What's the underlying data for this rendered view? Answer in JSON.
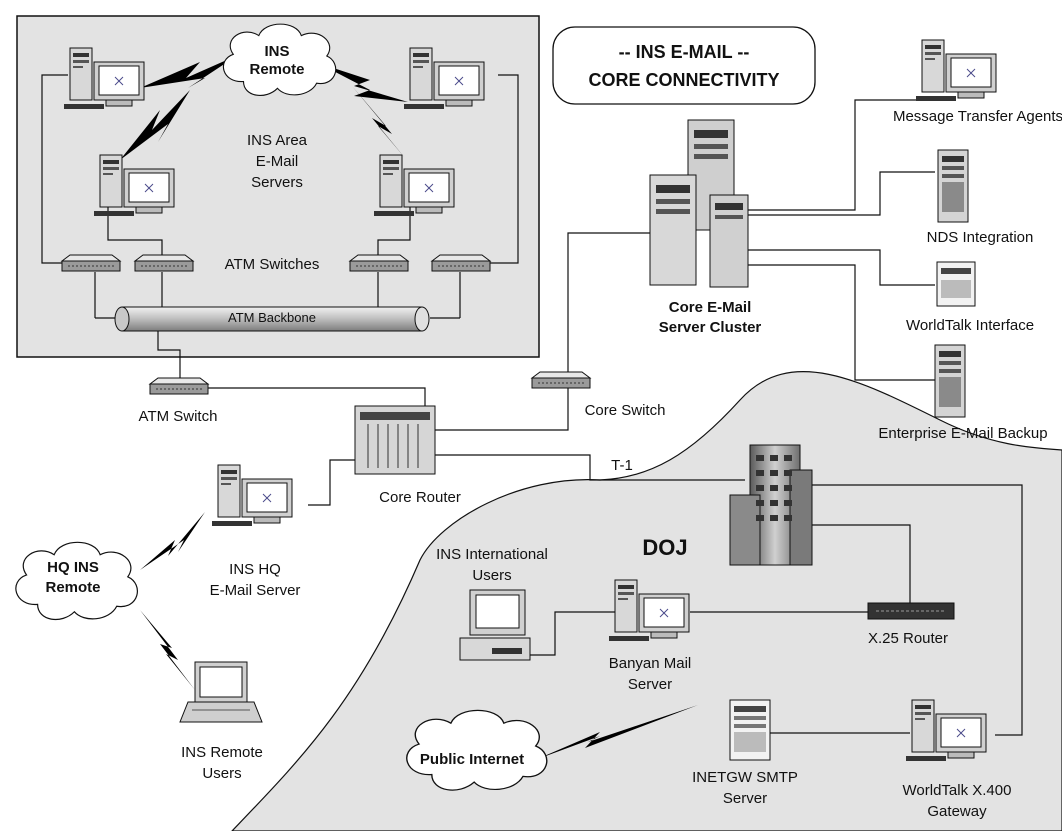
{
  "title": {
    "line1": "-- INS E-MAIL --",
    "line2": "CORE CONNECTIVITY"
  },
  "clouds": {
    "ins_remote": [
      "INS",
      "Remote"
    ],
    "hq_ins_remote": [
      "HQ INS",
      "Remote"
    ],
    "public_internet": "Public Internet"
  },
  "labels": {
    "area_servers": [
      "INS Area",
      "E-Mail",
      "Servers"
    ],
    "atm_switches": "ATM Switches",
    "atm_backbone": "ATM Backbone",
    "atm_switch": "ATM Switch",
    "core_switch": "Core Switch",
    "core_router": "Core Router",
    "t1": "T-1",
    "core_cluster": [
      "Core E-Mail",
      "Server Cluster"
    ],
    "mta": "Message Transfer Agents",
    "nds": "NDS Integration",
    "worldtalk_interface": "WorldTalk Interface",
    "backup": "Enterprise E-Mail Backup",
    "hq_server": [
      "INS HQ",
      "E-Mail Server"
    ],
    "remote_users": [
      "INS Remote",
      "Users"
    ],
    "doj": "DOJ",
    "intl_users": [
      "INS International",
      "Users"
    ],
    "banyan": [
      "Banyan Mail",
      "Server"
    ],
    "x25": "X.25 Router",
    "inetgw": [
      "INETGW SMTP",
      "Server"
    ],
    "worldtalk_gateway": [
      "WorldTalk X.400",
      "Gateway"
    ]
  }
}
